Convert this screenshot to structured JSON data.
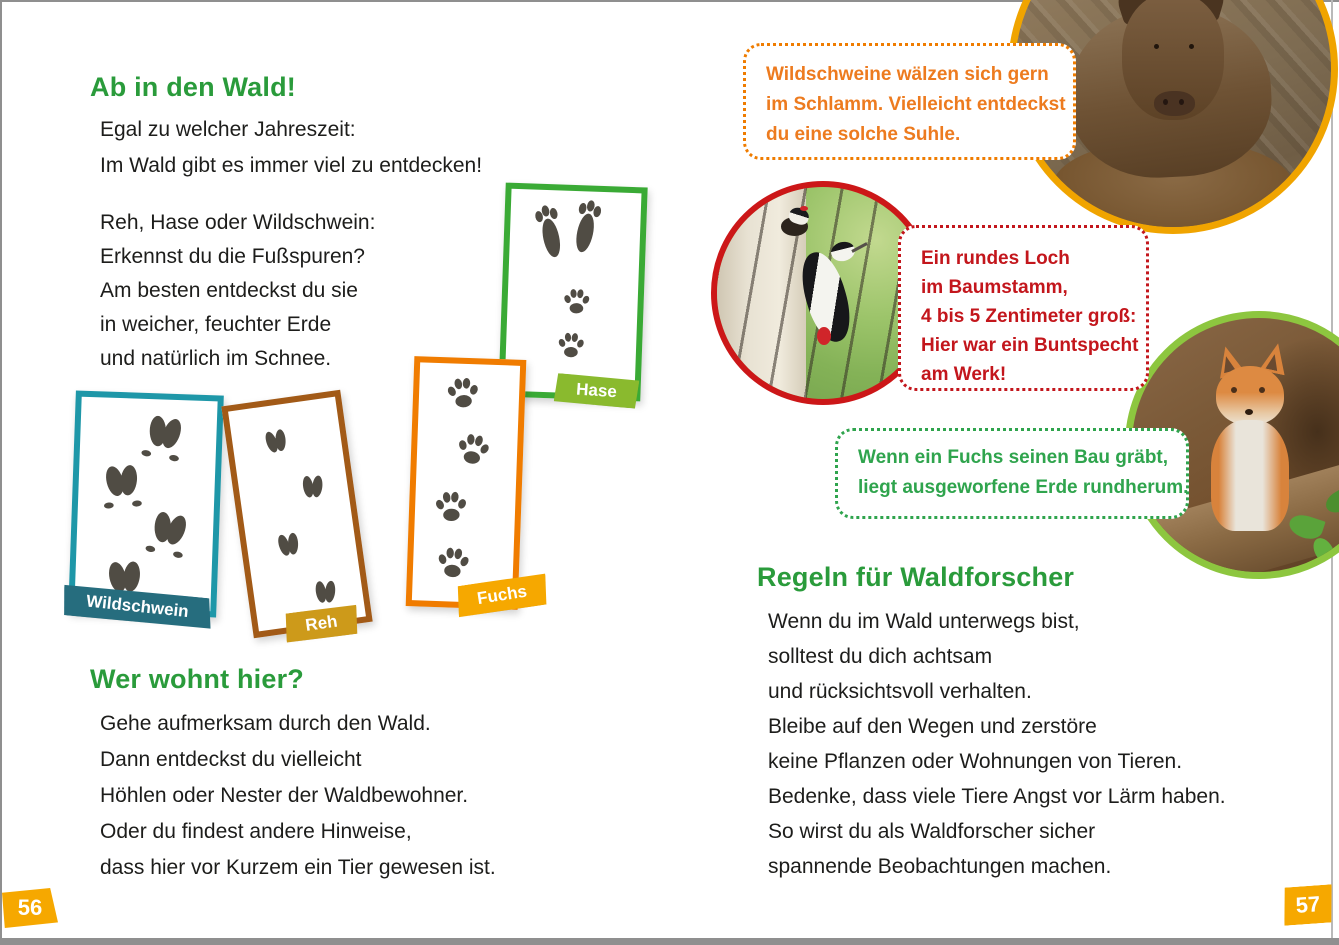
{
  "left_page": {
    "page_number": "56",
    "intro": {
      "heading": "Ab in den Wald!",
      "lines": [
        "Egal zu welcher Jahreszeit:",
        "Im Wald gibt es immer viel zu entdecken!"
      ]
    },
    "tracks_intro": {
      "lines": [
        "Reh, Hase oder Wildschwein:",
        "Erkennst du die Fußspuren?",
        "Am besten entdeckst du sie",
        "in weicher, feuchter Erde",
        "und natürlich im Schnee."
      ]
    },
    "track_cards": [
      {
        "label": "Wildschwein",
        "border_color": "#1e97a8",
        "label_bg": "#266d7e"
      },
      {
        "label": "Reh",
        "border_color": "#a25a17",
        "label_bg": "#cd9a1a"
      },
      {
        "label": "Hase",
        "border_color": "#3aaa35",
        "label_bg": "#8aba2e"
      },
      {
        "label": "Fuchs",
        "border_color": "#f07c00",
        "label_bg": "#f6a800"
      }
    ],
    "who_lives_here": {
      "heading": "Wer wohnt hier?",
      "lines": [
        "Gehe aufmerksam durch den Wald.",
        "Dann entdeckst du vielleicht",
        "Höhlen oder Nester der Waldbewohner.",
        "Oder du findest andere Hinweise,",
        "dass hier vor Kurzem ein Tier gewesen ist."
      ]
    }
  },
  "right_page": {
    "page_number": "57",
    "callouts": [
      {
        "subject": "wild-boar",
        "color": "#ed7b1f",
        "lines": [
          "Wildschweine wälzen sich gern",
          "im Schlamm. Vielleicht entdeckst",
          "du eine solche Suhle."
        ]
      },
      {
        "subject": "woodpecker",
        "color": "#c3161c",
        "lines": [
          "Ein rundes Loch",
          "im Baumstamm,",
          "4 bis 5 Zentimeter groß:",
          "Hier war ein Buntspecht",
          "am Werk!"
        ]
      },
      {
        "subject": "fox",
        "color": "#2fa44d",
        "lines": [
          "Wenn ein Fuchs seinen Bau gräbt,",
          "liegt ausgeworfene Erde rundherum."
        ]
      }
    ],
    "photos": [
      {
        "subject": "Wildschwein in einer Suhle",
        "border_color": "#f0a400"
      },
      {
        "subject": "Buntspecht am Baumstamm",
        "border_color": "#cc1718"
      },
      {
        "subject": "Fuchswelpe am Bau",
        "border_color": "#8dc63f"
      }
    ],
    "rules": {
      "heading": "Regeln für Waldforscher",
      "lines": [
        "Wenn du im Wald unterwegs bist,",
        "solltest du dich achtsam",
        "und rücksichtsvoll verhalten.",
        "Bleibe auf den Wegen und zerstöre",
        "keine Pflanzen oder Wohnungen von Tieren.",
        "Bedenke, dass viele Tiere Angst vor Lärm haben.",
        "So wirst du als Waldforscher sicher",
        "spannende Beobachtungen machen."
      ]
    }
  },
  "colors": {
    "heading_green": "#2a9b3b",
    "body_text": "#1d1d1b",
    "page_tab_amber": "#f6a800",
    "frame_gray": "#8f8f8f"
  }
}
